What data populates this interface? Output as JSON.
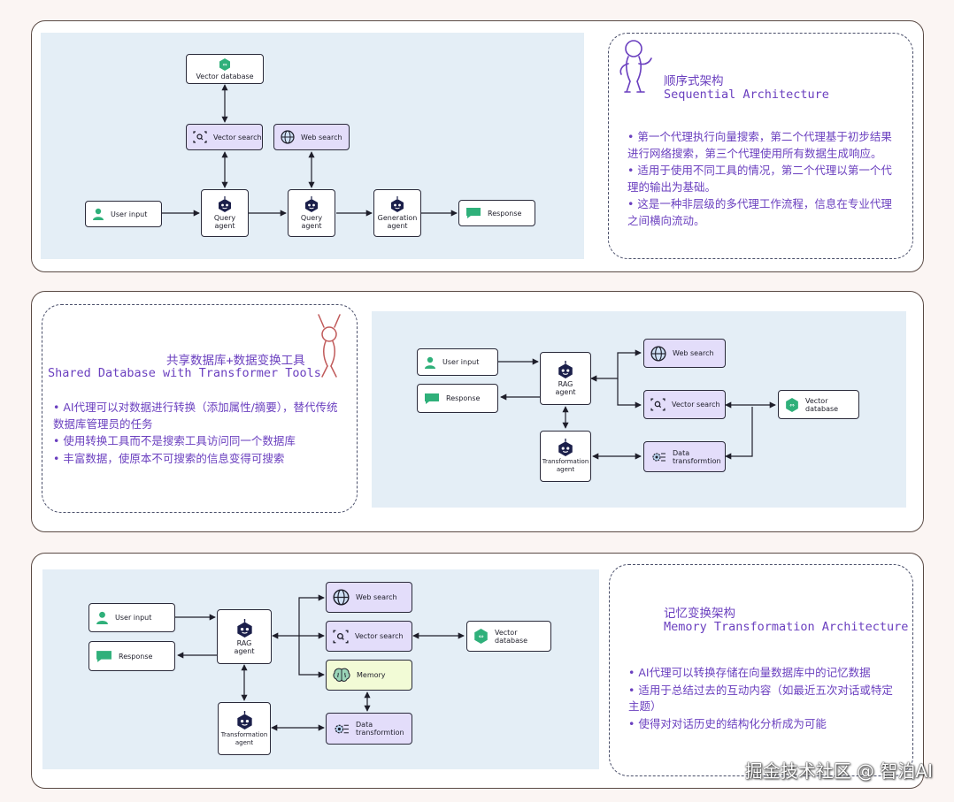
{
  "sequential": {
    "title_zh": "顺序式架构",
    "title_en": "Sequential Architecture",
    "bullets": [
      "第一个代理执行向量搜索，第二个代理基于初步结果进行网络搜索，第三个代理使用所有数据生成响应。",
      "适用于使用不同工具的情况，第二个代理以第一个代理的输出为基础。",
      "这是一种非层级的多代理工作流程，信息在专业代理之间横向流动。"
    ],
    "nodes": {
      "vector_db": "Vector database",
      "vector_search": "Vector search",
      "web_search": "Web search",
      "user_input": "User input",
      "query_agent_1": "Query agent",
      "query_agent_2": "Query agent",
      "generation_agent": "Generation agent",
      "response": "Response"
    }
  },
  "shared": {
    "title_zh": "共享数据库+数据变换工具",
    "title_en": "Shared Database with Transformer Tools",
    "bullets": [
      "AI代理可以对数据进行转换（添加属性/摘要），替代传统数据库管理员的任务",
      "使用转换工具而不是搜索工具访问同一个数据库",
      "丰富数据，使原本不可搜索的信息变得可搜索"
    ],
    "nodes": {
      "user_input": "User input",
      "response": "Response",
      "rag_agent": "RAG agent",
      "transformation_agent": "Transformation agent",
      "web_search": "Web search",
      "vector_search": "Vector search",
      "vector_db": "Vector database",
      "data_transformation": "Data transformtion"
    }
  },
  "memory": {
    "title_zh": "记忆变换架构",
    "title_en": "Memory Transformation Architecture",
    "bullets": [
      "AI代理可以转换存储在向量数据库中的记忆数据",
      "适用于总结过去的互动内容（如最近五次对话或特定主题）",
      "使得对对话历史的结构化分析成为可能"
    ],
    "nodes": {
      "user_input": "User input",
      "response": "Response",
      "rag_agent": "RAG agent",
      "transformation_agent": "Transformation agent",
      "web_search": "Web search",
      "vector_search": "Vector search",
      "vector_db": "Vector database",
      "memory": "Memory",
      "data_transformation": "Data transformtion"
    }
  },
  "watermark": "掘金技术社区 @ 智泊AI",
  "colors": {
    "note_text": "#6a3fbf",
    "tool_fill": "#e3ddfa",
    "memory_fill": "#f2fbd6",
    "db_icon": "#2fb07a",
    "agent_icon": "#1b1f4a",
    "panel_bg": "#e4eef6"
  },
  "icons": [
    "vector-database-icon",
    "search-icon",
    "globe-icon",
    "user-icon",
    "robot-agent-icon",
    "chat-bubble-icon",
    "brain-icon",
    "gear-transform-icon"
  ]
}
